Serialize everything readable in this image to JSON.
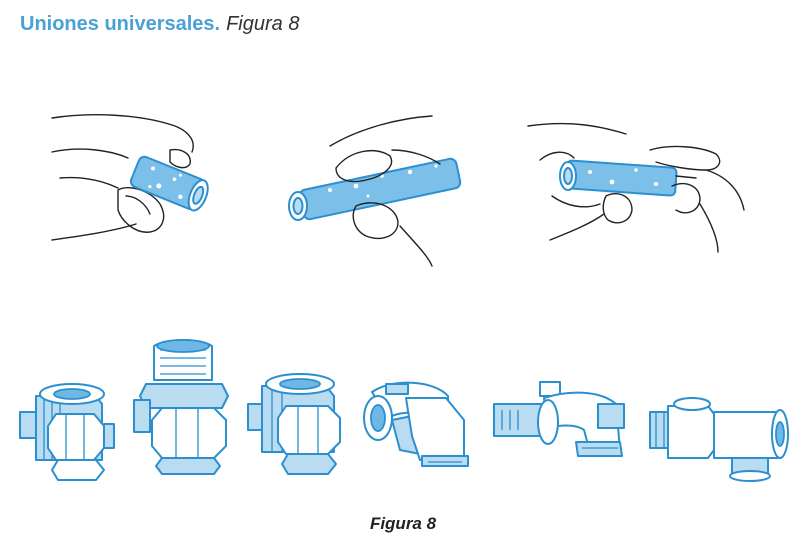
{
  "header": {
    "title": "Uniones universales.",
    "figure_ref": "Figura 8"
  },
  "caption": "Figura 8",
  "colors": {
    "accent": "#4aa1d6",
    "line_art": "#2b8fd0"
  }
}
